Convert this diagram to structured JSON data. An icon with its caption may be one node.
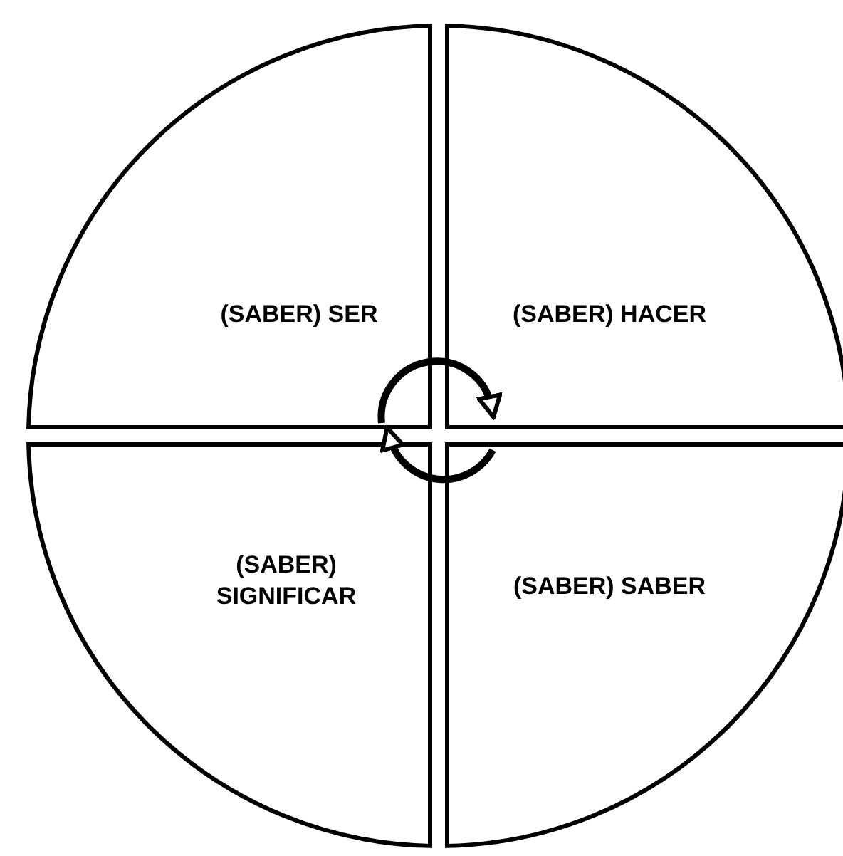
{
  "diagram": {
    "nodes": [
      {
        "text": [
          "(SABER) SER"
        ]
      },
      {
        "text": [
          "(SABER) HACER"
        ]
      },
      {
        "text": [
          "(SABER) SIGNIFICAR"
        ]
      },
      {
        "text": [
          "(SABER) SABER"
        ]
      }
    ],
    "edges": [
      {
        "from": 0,
        "to": 1,
        "arrow": "to"
      },
      {
        "from": 3,
        "to": 2,
        "arrow": "to"
      }
    ]
  }
}
